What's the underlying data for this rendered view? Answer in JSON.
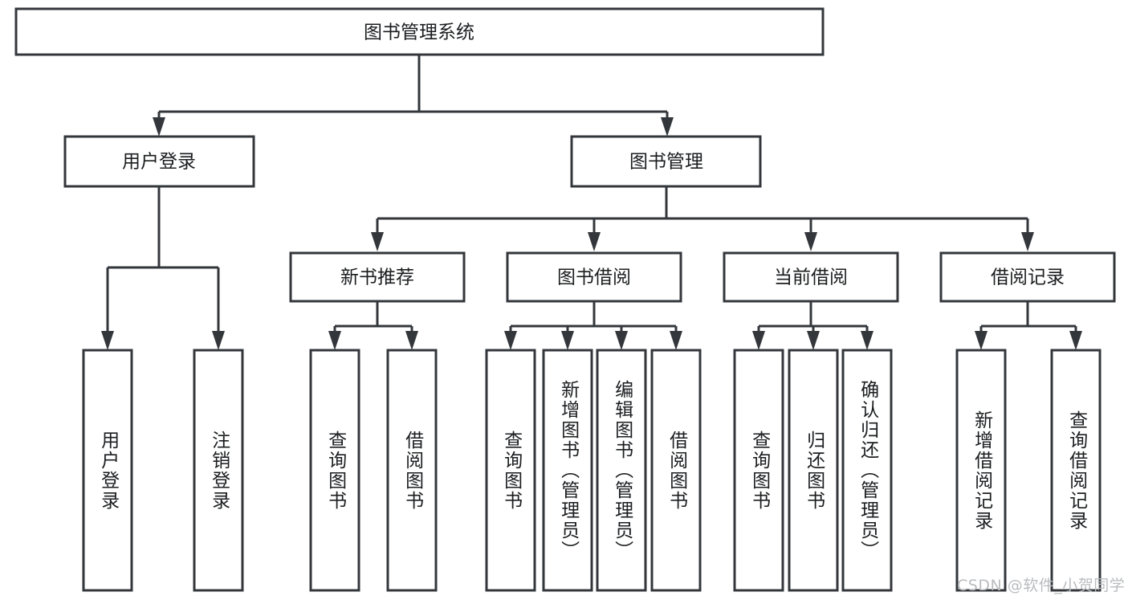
{
  "diagram": {
    "title": "图书管理系统",
    "type": "tree",
    "colors": {
      "box_stroke": "#33373b",
      "box_fill": "#ffffff",
      "text": "#1b1d1f",
      "background": "#ffffff",
      "watermark": "#b9bcbf"
    },
    "root": {
      "label": "图书管理系统"
    },
    "level2": [
      {
        "label": "用户登录"
      },
      {
        "label": "图书管理"
      }
    ],
    "level3": [
      {
        "label": "新书推荐"
      },
      {
        "label": "图书借阅"
      },
      {
        "label": "当前借阅"
      },
      {
        "label": "借阅记录"
      }
    ],
    "leaves": {
      "user_login": [
        {
          "label": "用户登录"
        },
        {
          "label": "注销登录"
        }
      ],
      "new_book_recommend": [
        {
          "label": "查询图书"
        },
        {
          "label": "借阅图书"
        }
      ],
      "book_borrow": [
        {
          "label": "查询图书"
        },
        {
          "label": "新增图书（管理员）"
        },
        {
          "label": "编辑图书（管理员）"
        },
        {
          "label": "借阅图书"
        }
      ],
      "current_borrow": [
        {
          "label": "查询图书"
        },
        {
          "label": "归还图书"
        },
        {
          "label": "确认归还（管理员）"
        }
      ],
      "borrow_record": [
        {
          "label": "新增借阅记录"
        },
        {
          "label": "查询借阅记录"
        }
      ]
    }
  },
  "watermark": {
    "text": "CSDN @软件_小贺同学"
  }
}
